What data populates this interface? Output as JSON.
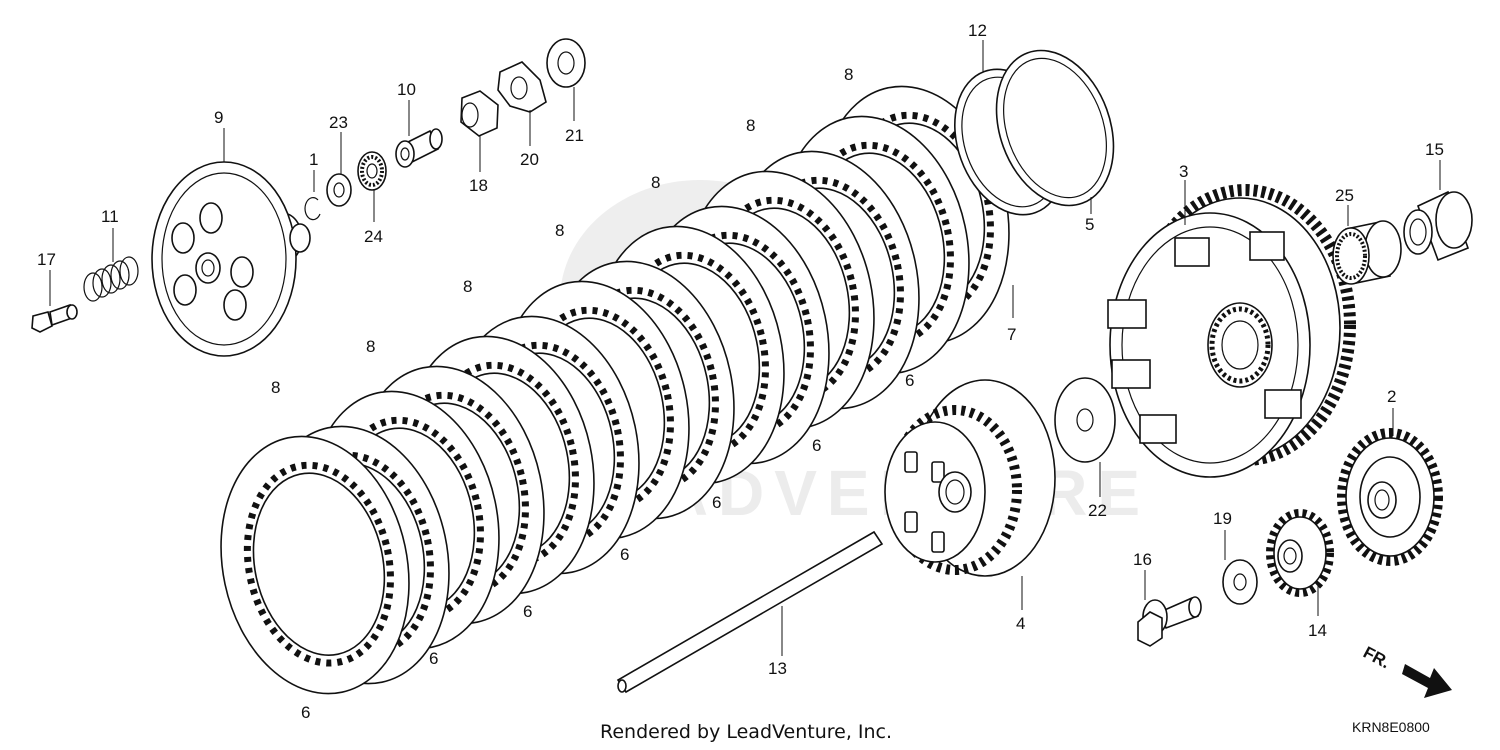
{
  "diagram": {
    "credit": "Rendered by LeadVenture, Inc.",
    "diagram_code": "KRN8E0800",
    "direction_label": "FR.",
    "watermark": "LEADVENTURE",
    "callouts": {
      "c1": "1",
      "c2": "2",
      "c3": "3",
      "c4": "4",
      "c5": "5",
      "c6a": "6",
      "c6b": "6",
      "c6c": "6",
      "c6d": "6",
      "c6e": "6",
      "c6f": "6",
      "c6g": "6",
      "c7": "7",
      "c8a": "8",
      "c8b": "8",
      "c8c": "8",
      "c8d": "8",
      "c8e": "8",
      "c8f": "8",
      "c8g": "8",
      "c9": "9",
      "c10": "10",
      "c11": "11",
      "c12": "12",
      "c13": "13",
      "c14": "14",
      "c15": "15",
      "c16": "16",
      "c17": "17",
      "c18": "18",
      "c19": "19",
      "c20": "20",
      "c21": "21",
      "c22": "22",
      "c23": "23",
      "c24": "24",
      "c25": "25"
    }
  }
}
